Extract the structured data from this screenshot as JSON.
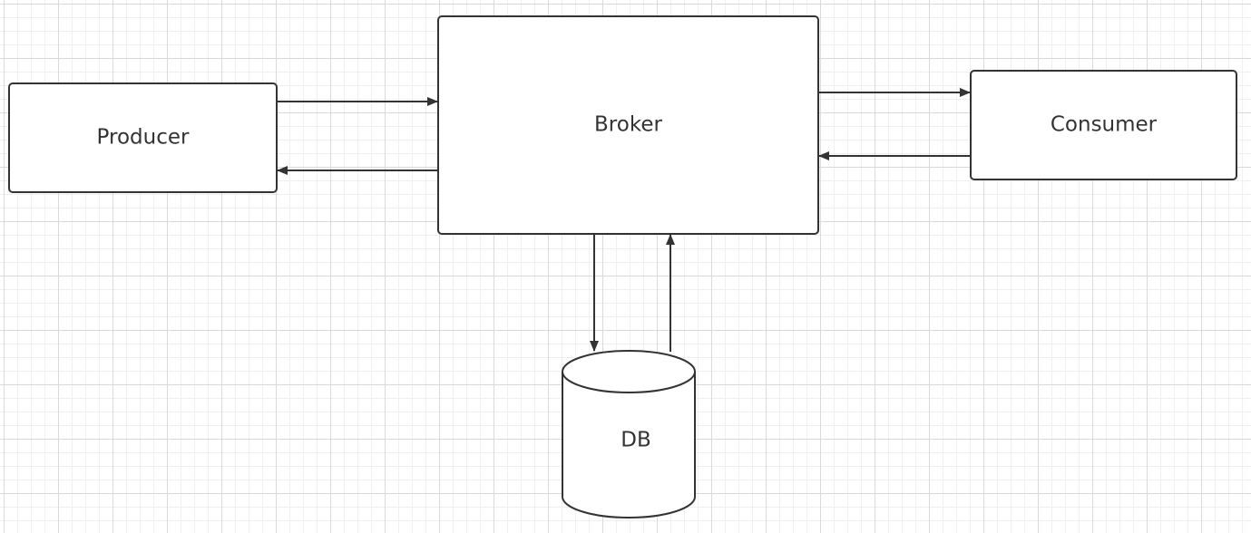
{
  "colors": {
    "stroke": "#333333",
    "fill": "#ffffff",
    "grid": "#d9d9d9",
    "label": "#333333"
  },
  "nodes": {
    "producer": {
      "label": "Producer"
    },
    "broker": {
      "label": "Broker"
    },
    "consumer": {
      "label": "Consumer"
    },
    "db": {
      "label": "DB"
    }
  }
}
